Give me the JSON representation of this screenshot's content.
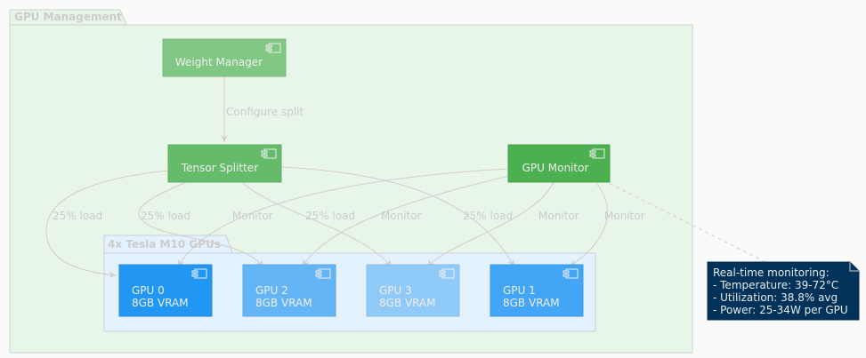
{
  "packages": {
    "outer": {
      "title": "GPU Management",
      "fill": "#e8f5e9",
      "stroke": "#c8d4c9",
      "title_color": "#cccccc"
    },
    "inner": {
      "title": "4x Tesla M10 GPUs",
      "fill": "#e3f2fd",
      "stroke": "#c7d0da",
      "title_color": "#cccccc"
    }
  },
  "components": {
    "weight_manager": {
      "label": "Weight Manager",
      "fill": "#81c784"
    },
    "tensor_splitter": {
      "label": "Tensor Splitter",
      "fill": "#66bb6a"
    },
    "gpu_monitor": {
      "label": "GPU Monitor",
      "fill": "#4caf50"
    },
    "gpu0": {
      "line1": "GPU 0",
      "line2": "8GB VRAM",
      "fill": "#2196f3"
    },
    "gpu2": {
      "line1": "GPU 2",
      "line2": "8GB VRAM",
      "fill": "#64b5f6"
    },
    "gpu3": {
      "line1": "GPU 3",
      "line2": "8GB VRAM",
      "fill": "#90caf9"
    },
    "gpu1": {
      "line1": "GPU 1",
      "line2": "8GB VRAM",
      "fill": "#42a5f5"
    }
  },
  "edges": {
    "configure": "Configure split",
    "load0": "25% load",
    "load2": "25% load",
    "load3": "25% load",
    "load1": "25% load",
    "mon0": "Monitor",
    "mon2": "Monitor",
    "mon3": "Monitor",
    "mon1": "Monitor"
  },
  "note": {
    "lines": [
      "Real-time monitoring:",
      "- Temperature: 39-72°C",
      "- Utilization: 38.8% avg",
      "- Power: 25-34W per GPU"
    ],
    "fill": "#01335a"
  },
  "colors": {
    "edge": "#d2cdcd",
    "label_text": "#cccccc",
    "component_text": "#eeeeee"
  }
}
